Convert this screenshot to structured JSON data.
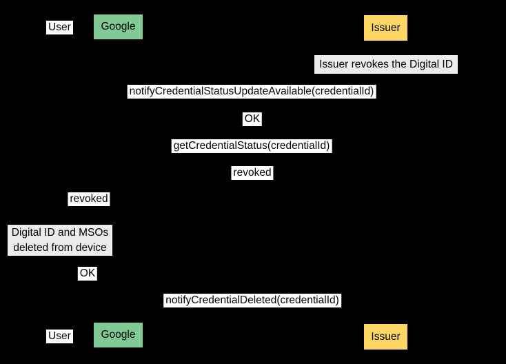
{
  "diagram": {
    "type": "sequence-diagram",
    "background_color": "#000000",
    "label_background_color": "#ffffff",
    "note_background_color": "#ececec",
    "text_color": "#000000",
    "actors": {
      "user": {
        "label": "User",
        "fill": "#ffffff"
      },
      "google": {
        "label": "Google",
        "fill": "#81c995"
      },
      "issuer": {
        "label": "Issuer",
        "fill": "#fdd663"
      }
    },
    "notes": [
      {
        "text": "Issuer revokes the Digital ID",
        "over": "Issuer"
      },
      {
        "text": "Digital ID and MSOs deleted from device",
        "lines": [
          "Digital ID and MSOs",
          "deleted from device"
        ],
        "over": "User"
      }
    ],
    "messages": [
      {
        "label": "notifyCredentialStatusUpdateAvailable(credentialId)"
      },
      {
        "label": "OK"
      },
      {
        "label": "getCredentialStatus(credentialId)"
      },
      {
        "label": "revoked"
      },
      {
        "label": "revoked"
      },
      {
        "label": "OK"
      },
      {
        "label": "notifyCredentialDeleted(credentialId)"
      }
    ]
  }
}
